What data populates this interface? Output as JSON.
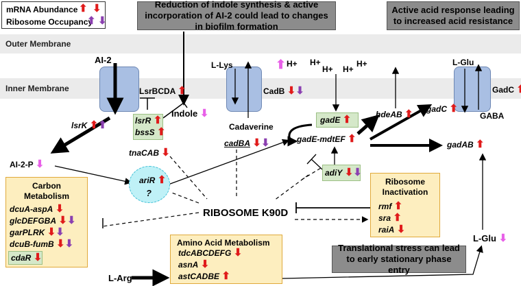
{
  "legend": {
    "mrna": "mRNA Abundance",
    "ribosome": "Ribosome Occupancy"
  },
  "colors": {
    "mrna_arrow": "#e01b1b",
    "ribosome_arrow": "#8a3fb0",
    "metabolite_arrow": "#e860e8",
    "grey_box": "#8c8c8c",
    "yellow_box": "#fdeebf",
    "green_box": "#d5e8c9",
    "transporter": "#a9bfe3",
    "ariR_circle": "#bff1f7"
  },
  "callouts": {
    "biofilm": "Reduction of indole synthesis & active incorporation of AI-2 could lead to changes in biofilm formation",
    "acid": "Active acid response leading to increased acid resistance",
    "translational": "Translational stress can lead to early stationary phase entry"
  },
  "membranes": {
    "outer": "Outer Membrane",
    "inner": "Inner Membrane"
  },
  "molecules": {
    "ai2": "AI-2",
    "ai2p": "AI-2-P",
    "llys": "L-Lys",
    "cadaverine": "Cadaverine",
    "indole": "Indole",
    "lglu_top": "L-Glu",
    "gaba": "GABA",
    "lglu_right": "L-Glu",
    "larg": "L-Arg",
    "h1": "H+",
    "h2": "H+",
    "h3": "H+",
    "h4": "H+",
    "h5": "H+"
  },
  "genes": {
    "lsrbcda": "LsrBCDA",
    "lsrk": "lsrK",
    "lsrr": "lsrR",
    "bsss": "bssS",
    "tnacab": "tnaCAB",
    "cadb": "CadB",
    "cadba": "cadBA",
    "gade": "gadE",
    "gade_mdtef": "gadE-mdtEF",
    "hdeab": "hdeAB",
    "gadc_gene": "gadC",
    "gadc_protein": "GadC",
    "gadab": "gadAB",
    "adiy": "adiY",
    "arir": "ariR",
    "arir_q": "?"
  },
  "center_label": "RIBOSOME K90D",
  "carbon": {
    "title": "Carbon Metabolism",
    "items": [
      "dcuA-aspA",
      "glcDEFGBA",
      "garPLRK",
      "dcuB-fumB",
      "cdaR"
    ]
  },
  "ribosome_inactivation": {
    "title": "Ribosome Inactivation",
    "items": [
      "rmf",
      "sra",
      "raiA"
    ]
  },
  "amino_acid": {
    "title": "Amino Acid Metabolism",
    "items": [
      "tdcABCDEFG",
      "asnA",
      "astCADBE"
    ]
  }
}
